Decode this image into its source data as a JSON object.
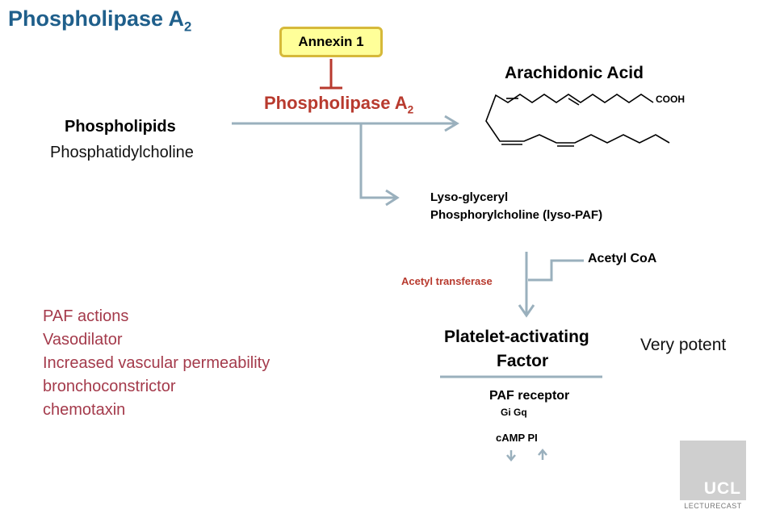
{
  "title": {
    "text": "Phospholipase A",
    "sub": "2"
  },
  "inhibitor": {
    "label": "Annexin 1"
  },
  "enzyme": {
    "text": "Phospholipase A",
    "sub": "2"
  },
  "substrate": {
    "name": "Phospholipids",
    "example": "Phosphatidylcholine"
  },
  "product_aa": {
    "name": "Arachidonic Acid",
    "group": "COOH"
  },
  "product_lyso": {
    "line1": "Lyso-glyceryl",
    "line2": "Phosphorylcholine (lyso-PAF)"
  },
  "acetylation": {
    "cofactor": "Acetyl CoA",
    "enzyme": "Acetyl transferase"
  },
  "paf": {
    "line1": "Platelet-activating",
    "line2": "Factor",
    "note": "Very potent"
  },
  "receptor": {
    "name": "PAF receptor",
    "gproteins": "Gi Gq",
    "messengers": "cAMP PI"
  },
  "actions": {
    "items": [
      "PAF actions",
      "Vasodilator",
      "Increased vascular permeability",
      "bronchoconstrictor",
      "chemotaxin"
    ]
  },
  "logo": {
    "main": "UCL",
    "sub": "LECTURECAST"
  },
  "colors": {
    "title": "#1f5f8b",
    "enzyme": "#b83a2e",
    "actions": "#a43a4b",
    "arrow": "#9ab0bd",
    "annexin_fill": "#ffff99",
    "annexin_border": "#d6b93a"
  }
}
